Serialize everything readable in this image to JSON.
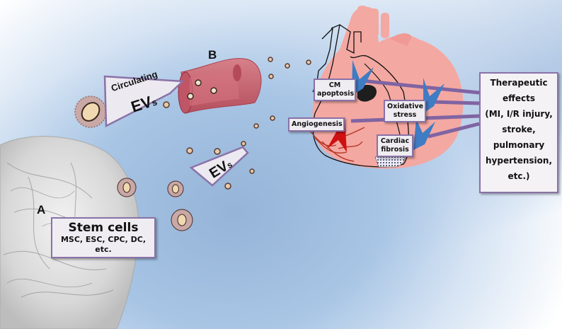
{
  "figure": {
    "panel_labels": {
      "a": "A",
      "b": "B"
    },
    "stem_cells": {
      "title": "Stem cells",
      "subtitle_line1": "MSC, ESC, CPC, DC,",
      "subtitle_line2": "etc."
    },
    "evs_callout": {
      "label_big": "EV",
      "label_small": "s"
    },
    "circulating_callout": {
      "label_top": "Circulating",
      "label_big": "EV",
      "label_small": "s"
    },
    "heart_effects": [
      {
        "id": "cm-apoptosis",
        "line1": "CM",
        "line2": "apoptosis"
      },
      {
        "id": "oxidative-stress",
        "line1": "Oxidative",
        "line2": "stress"
      },
      {
        "id": "angiogenesis",
        "line1": "Angiogenesis"
      },
      {
        "id": "cardiac-fibrosis",
        "line1": "Cardiac",
        "line2": "fibrosis"
      }
    ],
    "therapeutic_effects": {
      "lines": [
        "Therapeutic",
        "effects",
        "(MI, I/R injury,",
        "stroke,",
        "pulmonary",
        "hypertension,",
        "etc.)"
      ]
    },
    "colors": {
      "label_border": "#8a72a8",
      "connector": "#8064a2",
      "down_arrow": "#3f7cc4",
      "up_arrow": "#d01010",
      "heart": "#f2a7a0",
      "vessel": "#c9636f",
      "oxidative_bolt": "#f2a93b"
    }
  }
}
